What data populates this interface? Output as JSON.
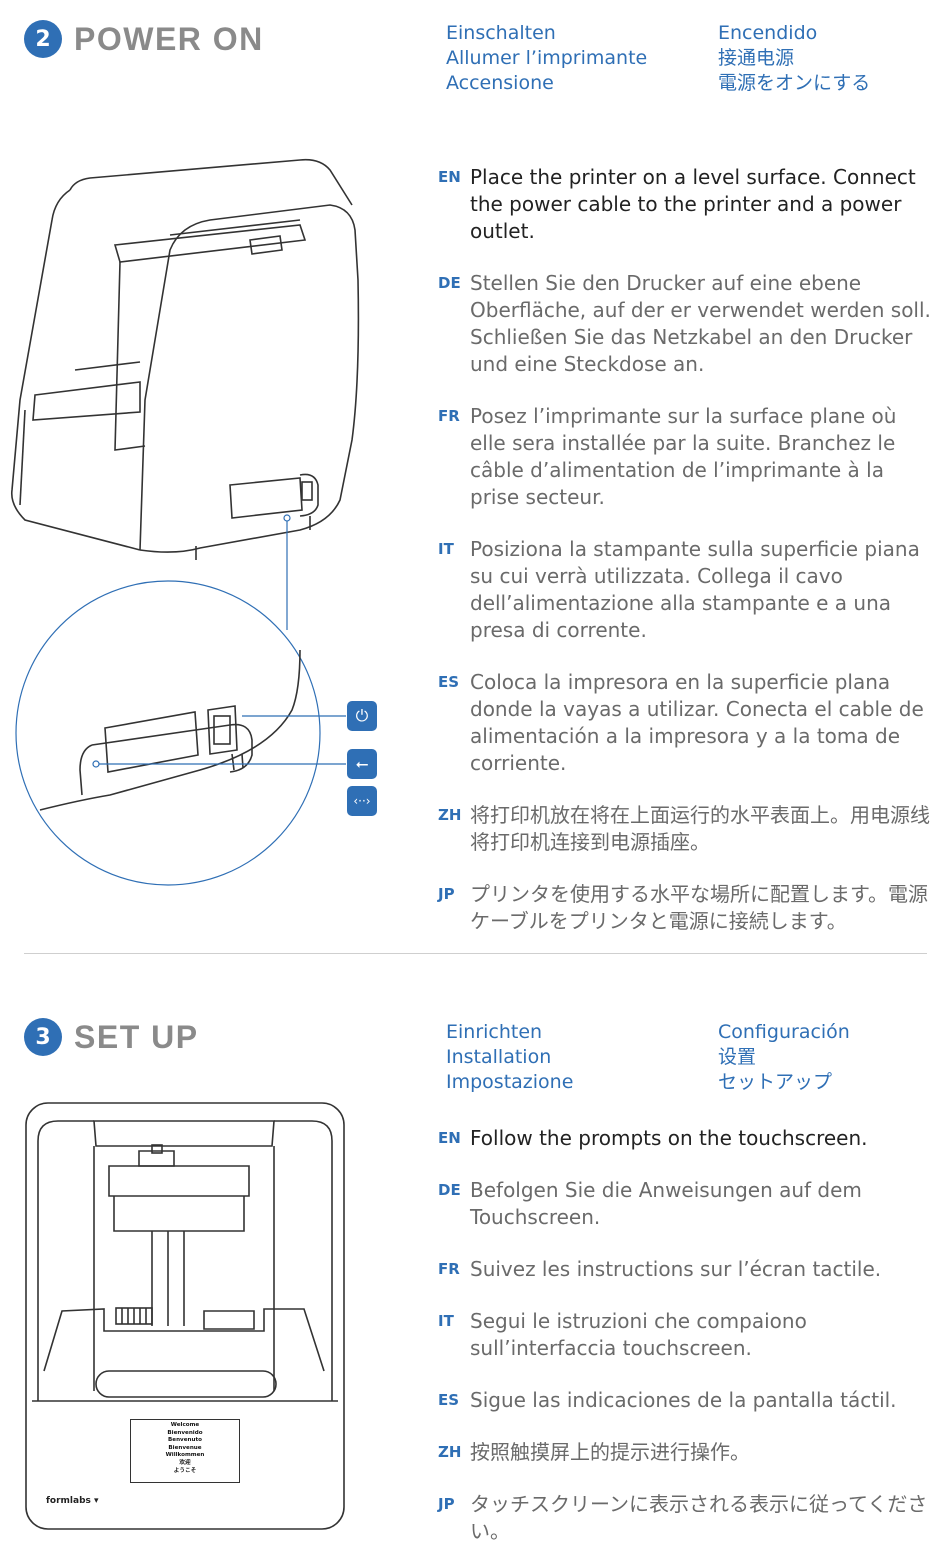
{
  "step2": {
    "number": "2",
    "title": "POWER ON",
    "translations_left": [
      "Einschalten",
      "Allumer l’imprimante",
      "Accensione"
    ],
    "translations_right": [
      "Encendido",
      "接通电源",
      "電源をオンにする"
    ],
    "instructions": [
      {
        "code": "EN",
        "text": "Place the printer on a level surface. Connect the power cable to the printer and a power outlet."
      },
      {
        "code": "DE",
        "text": "Stellen Sie den Drucker auf eine ebene Oberfläche, auf der er verwendet werden soll. Schließen Sie das Netzkabel an den Drucker und eine Steckdose an."
      },
      {
        "code": "FR",
        "text": "Posez l’imprimante sur la surface plane où elle sera installée par la suite. Branchez le câble d’alimentation de l’imprimante à la prise secteur."
      },
      {
        "code": "IT",
        "text": "Posiziona la stampante sulla superficie piana su cui verrà utilizzata. Collega il cavo dell’alimentazione alla stampante e a una presa di corrente."
      },
      {
        "code": "ES",
        "text": "Coloca la impresora en la superficie plana donde la vayas a utilizar. Conecta el cable de alimentación a la impresora y a la toma de corriente."
      },
      {
        "code": "ZH",
        "text": "将打印机放在将在上面运行的水平表面上。用电源线将打印机连接到电源插座。"
      },
      {
        "code": "JP",
        "text": "プリンタを使用する水平な場所に配置します。電源ケーブルをプリンタと電源に接続します。"
      }
    ],
    "icons": [
      "power-icon",
      "usb-icon",
      "ethernet-icon"
    ]
  },
  "step3": {
    "number": "3",
    "title": "SET UP",
    "translations_left": [
      "Einrichten",
      "Installation",
      "Impostazione"
    ],
    "translations_right": [
      "Configuración",
      "设置",
      "セットアップ"
    ],
    "instructions": [
      {
        "code": "EN",
        "text": "Follow the prompts on the touchscreen."
      },
      {
        "code": "DE",
        "text": "Befolgen Sie die Anweisungen auf dem Touchscreen."
      },
      {
        "code": "FR",
        "text": "Suivez les instructions sur l’écran tactile."
      },
      {
        "code": "IT",
        "text": "Segui le istruzioni che compaiono sull’interfaccia touchscreen."
      },
      {
        "code": "ES",
        "text": "Sigue las indicaciones de la pantalla táctil."
      },
      {
        "code": "ZH",
        "text": "按照触摸屏上的提示进行操作。"
      },
      {
        "code": "JP",
        "text": "タッチスクリーンに表示される表示に従ってください。"
      }
    ],
    "screen_lines": [
      "Welcome",
      "Bienvenido",
      "Benvenuto",
      "Bienvenue",
      "Willkommen",
      "欢迎",
      "ようこそ"
    ],
    "brand": "formlabs"
  }
}
